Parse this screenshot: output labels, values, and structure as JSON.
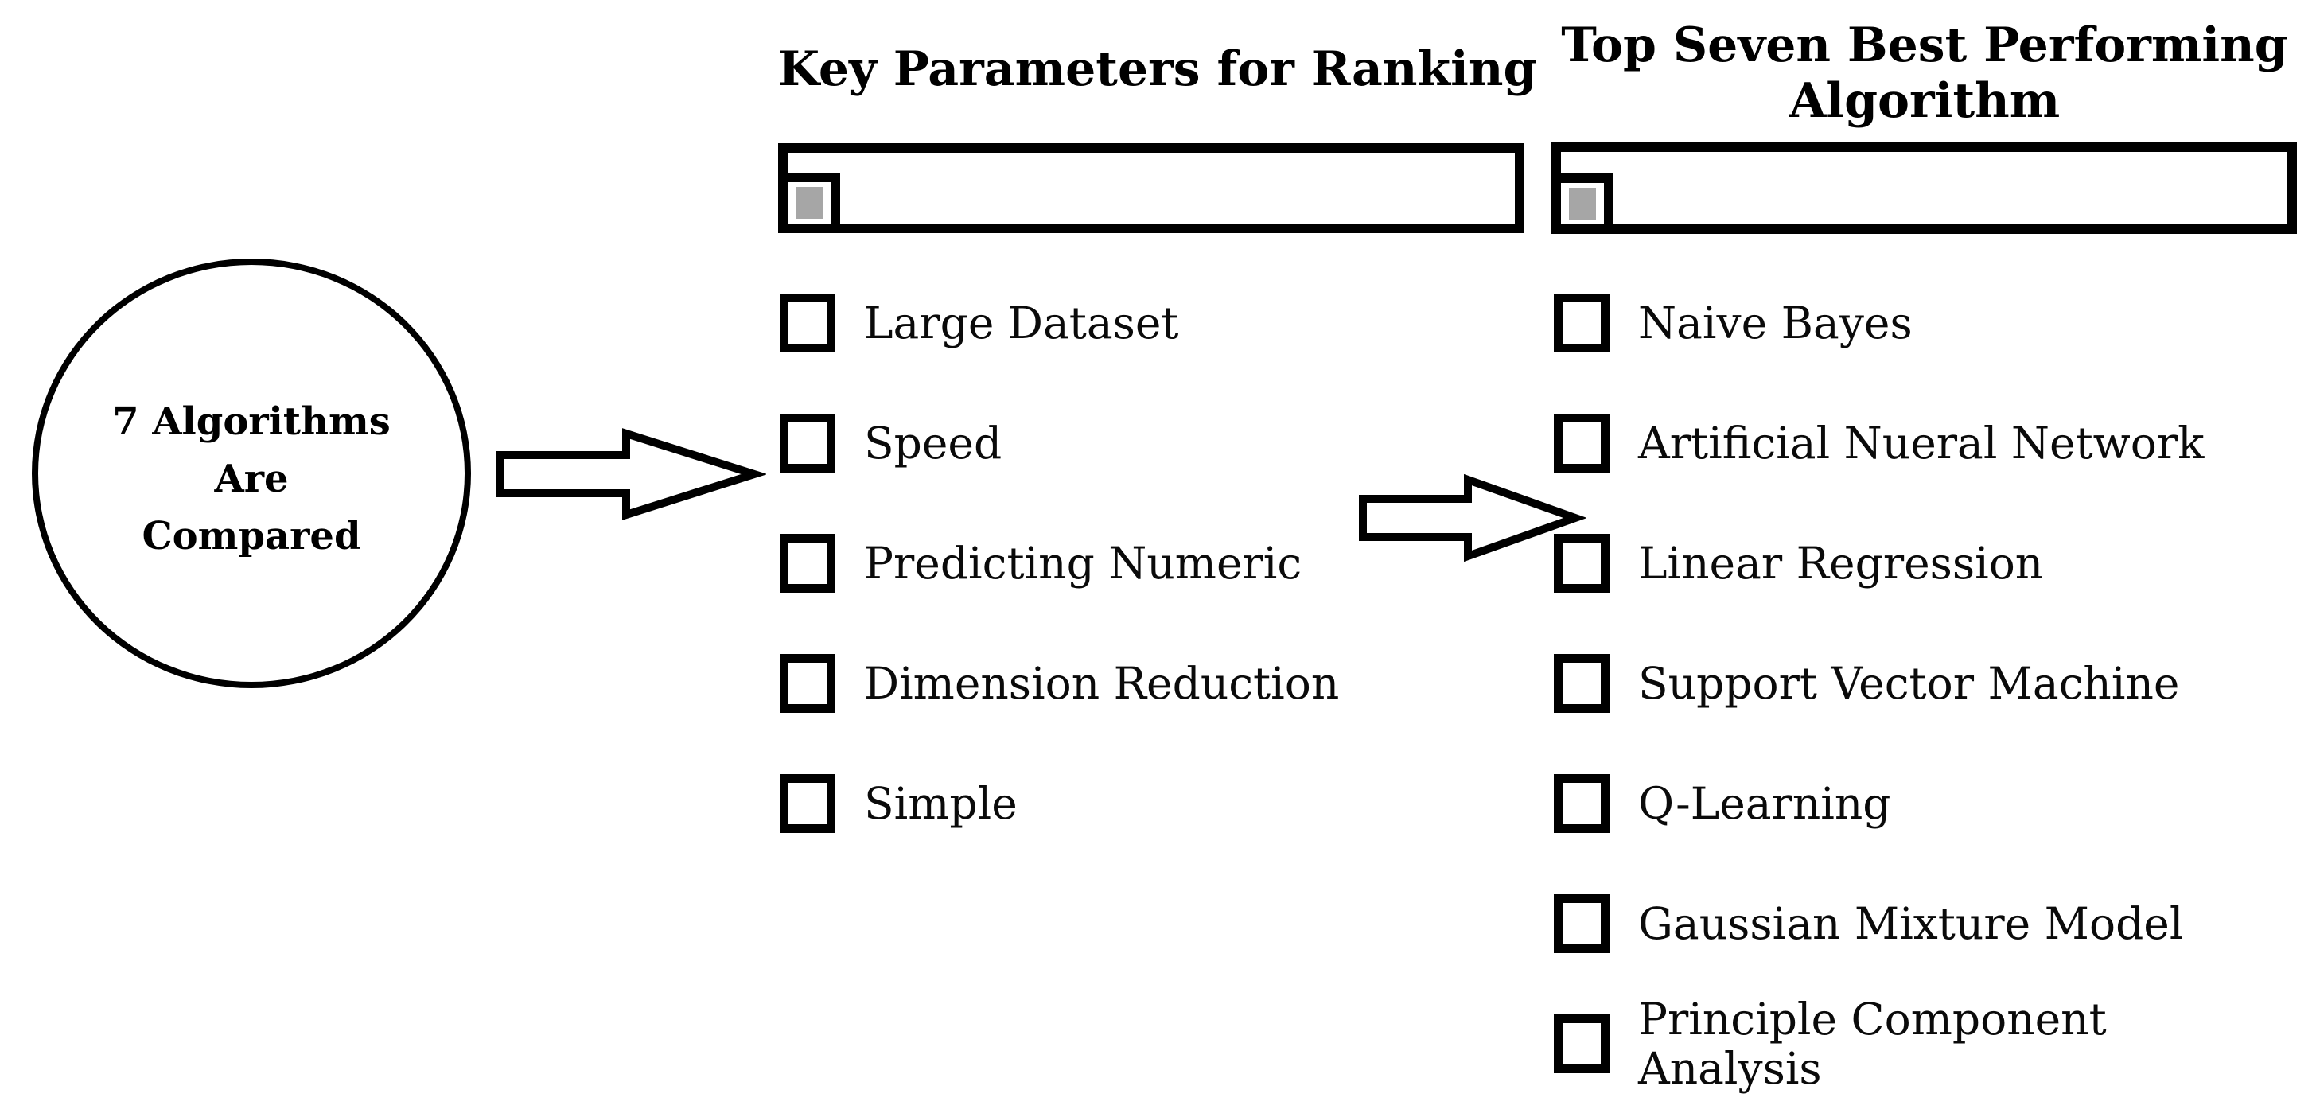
{
  "colors": {
    "ink": "#000000",
    "paper": "#ffffff",
    "header_checkbox_fill": "#a6a6a6"
  },
  "source_node": {
    "lines": [
      "7 Algorithms",
      "Are",
      "Compared"
    ]
  },
  "arrows": [
    {
      "name": "arrow-right-1",
      "direction": "right"
    },
    {
      "name": "arrow-right-2",
      "direction": "right"
    }
  ],
  "columns": [
    {
      "title_lines": [
        "Key Parameters for Ranking"
      ],
      "header_bar": {
        "checkbox_filled": true
      },
      "items": [
        [
          "Large Dataset"
        ],
        [
          "Speed"
        ],
        [
          "Predicting Numeric"
        ],
        [
          "Dimension Reduction"
        ],
        [
          "Simple"
        ]
      ]
    },
    {
      "title_lines": [
        "Top Seven Best Performing",
        "Algorithm"
      ],
      "header_bar": {
        "checkbox_filled": true
      },
      "items": [
        [
          "Naive Bayes"
        ],
        [
          "Artificial Nueral Network"
        ],
        [
          "Linear Regression"
        ],
        [
          "Support Vector Machine"
        ],
        [
          "Q-Learning"
        ],
        [
          "Gaussian Mixture Model"
        ],
        [
          "Principle Component",
          "Analysis"
        ]
      ]
    }
  ]
}
